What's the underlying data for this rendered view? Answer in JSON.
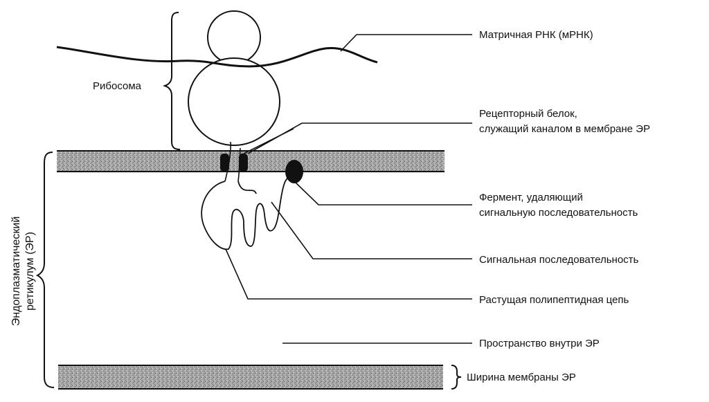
{
  "diagram": {
    "labels": {
      "mrna": "Матричная РНК (мРНК)",
      "ribosome": "Рибосома",
      "receptor_line1": "Рецепторный белок,",
      "receptor_line2": "служащий каналом в мембране ЭР",
      "enzyme_line1": "Фермент, удаляющий",
      "enzyme_line2": "сигнальную последовательность",
      "signal_sequence": "Сигнальная последовательность",
      "polypeptide": "Растущая полипептидная цепь",
      "er_lumen": "Пространство внутри ЭР",
      "membrane_width": "Ширина мембраны ЭР",
      "er_line1": "Эндоплазматический",
      "er_line2": "ретикулум (ЭР)"
    },
    "colors": {
      "ink": "#111111",
      "membrane_fill": "#9a9a9a",
      "background": "#ffffff"
    }
  }
}
